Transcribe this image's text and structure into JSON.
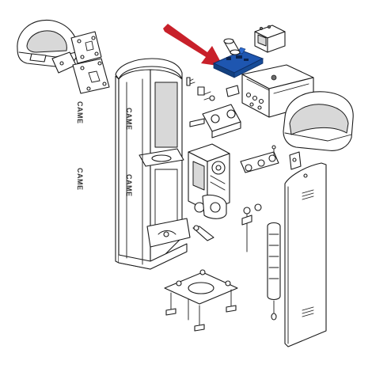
{
  "diagram": {
    "brand_marks": [
      "CAME",
      "CAME",
      "CAME",
      "CAME"
    ],
    "colors": {
      "arrow": "#c8202a",
      "highlight_board": "#1e56b0",
      "line": "#1a1a1a",
      "background": "#ffffff"
    },
    "highlighted_part": "control-board",
    "pointer": "arrow-icon"
  }
}
